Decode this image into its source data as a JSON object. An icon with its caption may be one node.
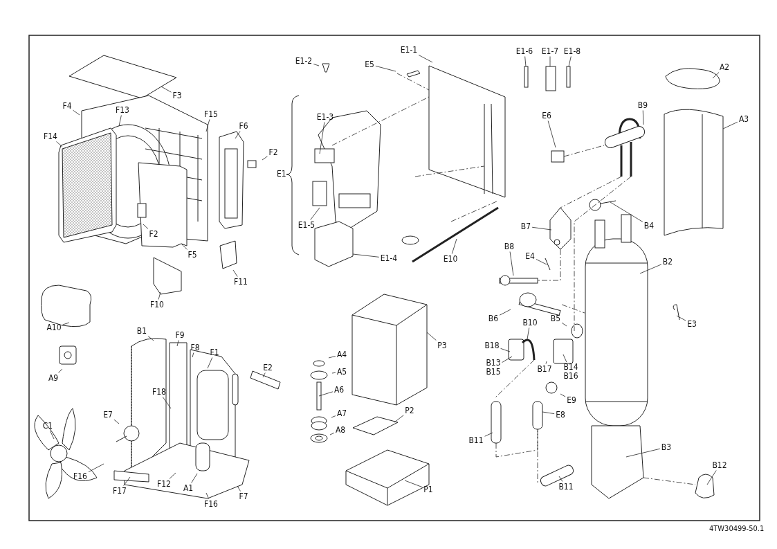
{
  "diagram": {
    "nodes": [
      {
        "text": [
          "E1-2"
        ]
      },
      {
        "text": [
          "E1-1"
        ]
      },
      {
        "text": [
          "E5"
        ]
      },
      {
        "text": [
          "E1-6"
        ]
      },
      {
        "text": [
          "E1-7"
        ]
      },
      {
        "text": [
          "E1-8"
        ]
      },
      {
        "text": [
          "A2"
        ]
      },
      {
        "text": [
          "F3"
        ]
      },
      {
        "text": [
          "B9"
        ]
      },
      {
        "text": [
          "F4"
        ]
      },
      {
        "text": [
          "F13"
        ]
      },
      {
        "text": [
          "F15"
        ]
      },
      {
        "text": [
          "A3"
        ]
      },
      {
        "text": [
          "E6"
        ]
      },
      {
        "text": [
          "E1-3"
        ]
      },
      {
        "text": [
          "F6"
        ]
      },
      {
        "text": [
          "F14"
        ]
      },
      {
        "text": [
          "F2"
        ]
      },
      {
        "text": [
          "B4"
        ]
      },
      {
        "text": [
          "E1-5"
        ]
      },
      {
        "text": [
          "B7"
        ]
      },
      {
        "text": [
          "F2"
        ]
      },
      {
        "text": [
          "B8"
        ]
      },
      {
        "text": [
          "F5"
        ]
      },
      {
        "text": [
          "E4"
        ]
      },
      {
        "text": [
          "E1-4"
        ]
      },
      {
        "text": [
          "E10"
        ]
      },
      {
        "text": [
          "B2"
        ]
      },
      {
        "text": [
          "F11"
        ]
      },
      {
        "text": [
          "F10"
        ]
      },
      {
        "text": [
          "B6"
        ]
      },
      {
        "text": [
          "B10"
        ]
      },
      {
        "text": [
          "B5"
        ]
      },
      {
        "text": [
          "E3"
        ]
      },
      {
        "text": [
          "A10"
        ]
      },
      {
        "text": [
          "B1"
        ]
      },
      {
        "text": [
          "F9"
        ]
      },
      {
        "text": [
          "B18"
        ]
      },
      {
        "text": [
          "P3"
        ]
      },
      {
        "text": [
          "F8"
        ]
      },
      {
        "text": [
          "F1"
        ]
      },
      {
        "text": [
          "A4"
        ]
      },
      {
        "text": [
          "B13",
          "B15"
        ]
      },
      {
        "text": [
          "E2"
        ]
      },
      {
        "text": [
          "B17"
        ]
      },
      {
        "text": [
          "B14",
          "B16"
        ]
      },
      {
        "text": [
          "A5"
        ]
      },
      {
        "text": [
          "A9"
        ]
      },
      {
        "text": [
          "A6"
        ]
      },
      {
        "text": [
          "F18"
        ]
      },
      {
        "text": [
          "E9"
        ]
      },
      {
        "text": [
          "P2"
        ]
      },
      {
        "text": [
          "A7"
        ]
      },
      {
        "text": [
          "E8"
        ]
      },
      {
        "text": [
          "E7"
        ]
      },
      {
        "text": [
          "C1"
        ]
      },
      {
        "text": [
          "A8"
        ]
      },
      {
        "text": [
          "B11"
        ]
      },
      {
        "text": [
          "B3"
        ]
      },
      {
        "text": [
          "B12"
        ]
      },
      {
        "text": [
          "F16"
        ]
      },
      {
        "text": [
          "P1"
        ]
      },
      {
        "text": [
          "B11"
        ]
      },
      {
        "text": [
          "F12"
        ]
      },
      {
        "text": [
          "A1"
        ]
      },
      {
        "text": [
          "F17"
        ]
      },
      {
        "text": [
          "F7"
        ]
      },
      {
        "text": [
          "F16"
        ]
      }
    ],
    "edges": [
      {
        "from": 0,
        "to": null,
        "arrow": "none"
      },
      {
        "from": 1,
        "to": null,
        "arrow": "none"
      },
      {
        "from": 2,
        "to": null,
        "arrow": "none"
      },
      {
        "from": 3,
        "to": null,
        "arrow": "none"
      },
      {
        "from": 4,
        "to": null,
        "arrow": "none"
      },
      {
        "from": 5,
        "to": null,
        "arrow": "none"
      },
      {
        "from": 6,
        "to": null,
        "arrow": "none"
      },
      {
        "from": 7,
        "to": null,
        "arrow": "none"
      },
      {
        "from": 8,
        "to": null,
        "arrow": "none"
      },
      {
        "from": 9,
        "to": null,
        "arrow": "none"
      },
      {
        "from": 10,
        "to": null,
        "arrow": "none"
      },
      {
        "from": 11,
        "to": null,
        "arrow": "none"
      },
      {
        "from": 12,
        "to": null,
        "arrow": "none"
      },
      {
        "from": 13,
        "to": null,
        "arrow": "none"
      },
      {
        "from": 14,
        "to": null,
        "arrow": "none"
      },
      {
        "from": 15,
        "to": null,
        "arrow": "none"
      },
      {
        "from": 16,
        "to": null,
        "arrow": "none"
      },
      {
        "from": 17,
        "to": null,
        "arrow": "none"
      },
      {
        "from": 18,
        "to": null,
        "arrow": "none"
      },
      {
        "from": 19,
        "to": null,
        "arrow": "none"
      },
      {
        "from": 20,
        "to": null,
        "arrow": "none"
      },
      {
        "from": 21,
        "to": null,
        "arrow": "none"
      },
      {
        "from": 22,
        "to": null,
        "arrow": "none"
      },
      {
        "from": 23,
        "to": null,
        "arrow": "none"
      },
      {
        "from": 24,
        "to": null,
        "arrow": "none"
      },
      {
        "from": 25,
        "to": null,
        "arrow": "none"
      },
      {
        "from": 26,
        "to": null,
        "arrow": "none"
      },
      {
        "from": 27,
        "to": null,
        "arrow": "none"
      },
      {
        "from": 28,
        "to": null,
        "arrow": "none"
      },
      {
        "from": 29,
        "to": null,
        "arrow": "none"
      },
      {
        "from": 30,
        "to": null,
        "arrow": "none"
      },
      {
        "from": 31,
        "to": null,
        "arrow": "none"
      },
      {
        "from": 32,
        "to": null,
        "arrow": "none"
      },
      {
        "from": 33,
        "to": null,
        "arrow": "none"
      },
      {
        "from": 34,
        "to": null,
        "arrow": "none"
      },
      {
        "from": 35,
        "to": null,
        "arrow": "none"
      },
      {
        "from": 36,
        "to": null,
        "arrow": "none"
      },
      {
        "from": 37,
        "to": null,
        "arrow": "none"
      },
      {
        "from": 38,
        "to": null,
        "arrow": "none"
      },
      {
        "from": 39,
        "to": null,
        "arrow": "none"
      },
      {
        "from": 40,
        "to": null,
        "arrow": "none"
      },
      {
        "from": 41,
        "to": null,
        "arrow": "none"
      },
      {
        "from": 42,
        "to": null,
        "arrow": "none"
      },
      {
        "from": 43,
        "to": null,
        "arrow": "none"
      },
      {
        "from": 44,
        "to": null,
        "arrow": "none"
      },
      {
        "from": 45,
        "to": null,
        "arrow": "none"
      },
      {
        "from": 46,
        "to": null,
        "arrow": "none"
      },
      {
        "from": 47,
        "to": null,
        "arrow": "none"
      },
      {
        "from": 48,
        "to": null,
        "arrow": "none"
      },
      {
        "from": 49,
        "to": null,
        "arrow": "none"
      },
      {
        "from": 50,
        "to": null,
        "arrow": "none"
      },
      {
        "from": 51,
        "to": null,
        "arrow": "none"
      },
      {
        "from": 52,
        "to": null,
        "arrow": "none"
      },
      {
        "from": 53,
        "to": null,
        "arrow": "none"
      },
      {
        "from": 54,
        "to": null,
        "arrow": "none"
      },
      {
        "from": 55,
        "to": null,
        "arrow": "none"
      },
      {
        "from": 56,
        "to": null,
        "arrow": "none"
      },
      {
        "from": 57,
        "to": null,
        "arrow": "none"
      },
      {
        "from": 58,
        "to": null,
        "arrow": "none"
      },
      {
        "from": 59,
        "to": null,
        "arrow": "none"
      },
      {
        "from": 60,
        "to": null,
        "arrow": "none"
      },
      {
        "from": 61,
        "to": null,
        "arrow": "none"
      },
      {
        "from": 62,
        "to": null,
        "arrow": "none"
      },
      {
        "from": 63,
        "to": null,
        "arrow": "none"
      },
      {
        "from": 64,
        "to": null,
        "arrow": "none"
      },
      {
        "from": 65,
        "to": null,
        "arrow": "none"
      },
      {
        "from": 66,
        "to": null,
        "arrow": "none"
      },
      {
        "from": 67,
        "to": null,
        "arrow": "none"
      }
    ],
    "labels": [
      "E1",
      "4TW30499-50.1"
    ]
  }
}
